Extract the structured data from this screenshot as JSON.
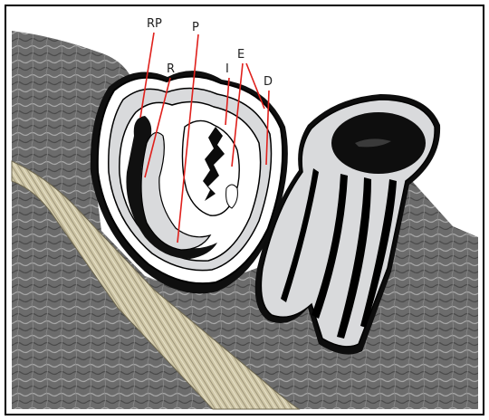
{
  "figure": {
    "labels": {
      "rp": "RP",
      "p": "P",
      "r": "R",
      "i": "I",
      "e": "E",
      "d": "D"
    }
  },
  "colors": {
    "leader_line": "#e0201c",
    "tissue_dark": "#6a6a6a",
    "tooth_fill": "#d9dadc",
    "outline": "#000000",
    "bone_fill": "#cfc7a7"
  }
}
